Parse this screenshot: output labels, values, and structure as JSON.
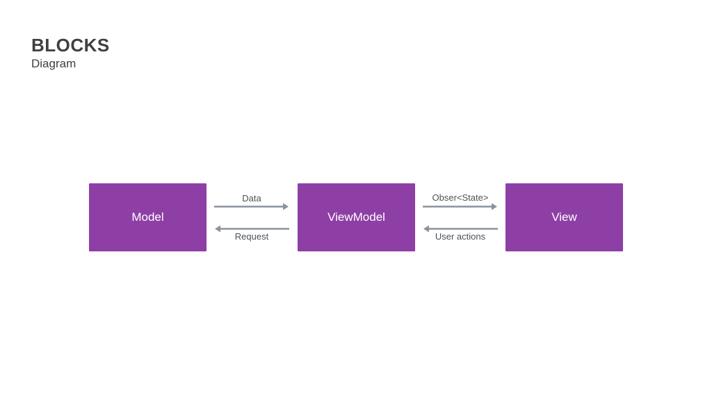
{
  "header": {
    "title": "BLOCKS",
    "subtitle": "Diagram"
  },
  "diagram": {
    "block_color": "#8e3fa6",
    "arrow_color": "#8a939c",
    "blocks": [
      {
        "label": "Model"
      },
      {
        "label": "ViewModel"
      },
      {
        "label": "View"
      }
    ],
    "connections": [
      {
        "from": "Model",
        "to": "ViewModel",
        "label": "Data"
      },
      {
        "from": "ViewModel",
        "to": "Model",
        "label": "Request"
      },
      {
        "from": "ViewModel",
        "to": "View",
        "label": "Obser<State>"
      },
      {
        "from": "View",
        "to": "ViewModel",
        "label": "User actions"
      }
    ]
  }
}
